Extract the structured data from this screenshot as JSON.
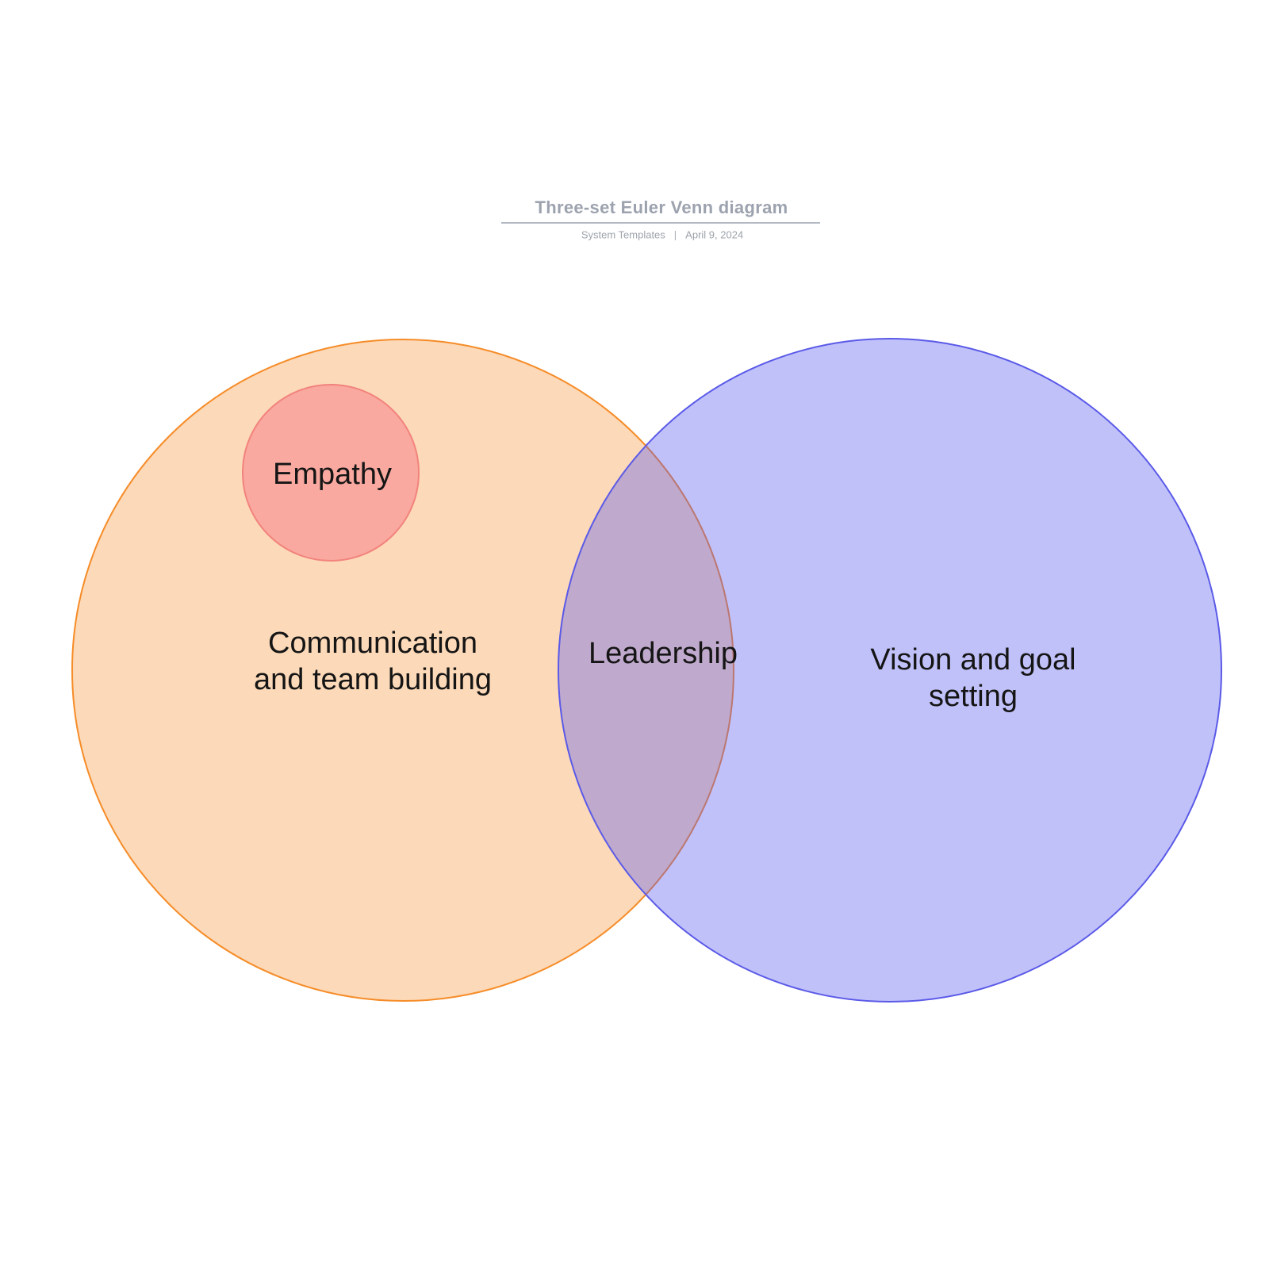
{
  "header": {
    "title": "Three-set Euler Venn diagram",
    "source": "System Templates",
    "separator": "|",
    "date": "April 9, 2024"
  },
  "venn": {
    "communication": {
      "label_line1": "Communication",
      "label_line2": "and team building",
      "fill": "rgba(246,140,40,0.33)",
      "stroke": "#F68C28"
    },
    "vision": {
      "label_line1": "Vision and goal",
      "label_line2": "setting",
      "fill": "rgba(82,82,242,0.36)",
      "stroke": "#5A5AE8"
    },
    "empathy": {
      "label": "Empathy",
      "fill": "#F9A9A0",
      "stroke": "#F2837D"
    },
    "overlap": {
      "label": "Leadership"
    }
  }
}
